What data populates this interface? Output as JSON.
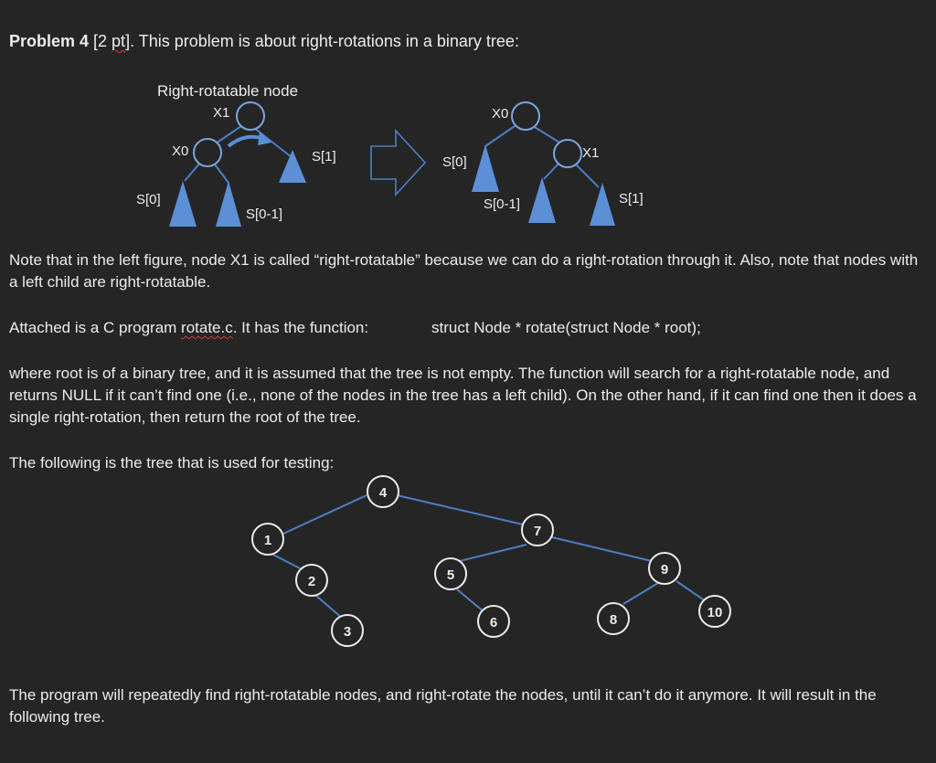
{
  "problem": {
    "title": "Problem 4",
    "points_open": " [2 ",
    "points_word": "pt",
    "points_close": "]. ",
    "intro": "This problem is about right-rotations in a binary tree:"
  },
  "figure": {
    "caption": "Right-rotatable node",
    "left": {
      "x1": "X1",
      "x0": "X0",
      "s1": "S[1]",
      "s0": "S[0]",
      "s01": "S[0-1]"
    },
    "right": {
      "x0": "X0",
      "x1": "X1",
      "s0": "S[0]",
      "s01": "S[0-1]",
      "s1": "S[1]"
    }
  },
  "paragraphs": {
    "note": "Note that in the left figure, node X1 is called “right-rotatable” because we can do a right-rotation through it.  Also, note that nodes with a left child are right-rotatable.",
    "attached_pre": "Attached is a C program ",
    "attached_file": "rotate.c",
    "attached_post": ".  It has the function:",
    "signature": "struct Node * rotate(struct Node * root);",
    "where": "where root is of a binary tree, and it is assumed that the tree is not empty.  The function will search for a right-rotatable node, and returns NULL if it can’t find one (i.e., none of the nodes in the tree has a left child).  On the other hand, if it can find one then it does a single right-rotation, then return the root of the tree.",
    "following": "The following is the tree that is used for testing:",
    "program": "The program will repeatedly find right-rotatable nodes, and right-rotate the nodes, until it can’t do it anymore.  It will result in the following tree."
  },
  "test_tree": {
    "nodes": [
      "4",
      "1",
      "7",
      "2",
      "5",
      "9",
      "3",
      "6",
      "8",
      "10"
    ]
  },
  "colors": {
    "triangle": "#5b8fd6",
    "edge": "#4f7fc4",
    "node_fill": "#252526",
    "node_stroke": "#ececec",
    "text": "#ececec",
    "background": "#252526"
  }
}
